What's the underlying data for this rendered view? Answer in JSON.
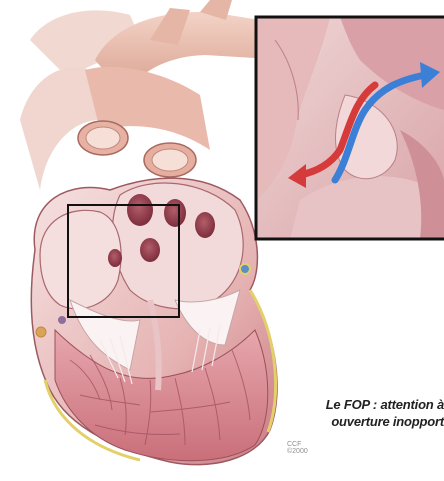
{
  "caption": {
    "line1": "Le FOP : attention à",
    "line2": "ouverture inopport"
  },
  "credit": {
    "line1": "CCF",
    "line2": "©2000"
  },
  "colors": {
    "background": "#ffffff",
    "tissue_light": "#f2dcdc",
    "tissue_mid": "#d99a9a",
    "tissue_dark": "#b85c66",
    "vessel": "#e8b7a8",
    "outline": "#111111",
    "arrow_red": "#d63b3b",
    "arrow_blue": "#3b7fd6",
    "fat_yellow": "#e8d66a"
  }
}
